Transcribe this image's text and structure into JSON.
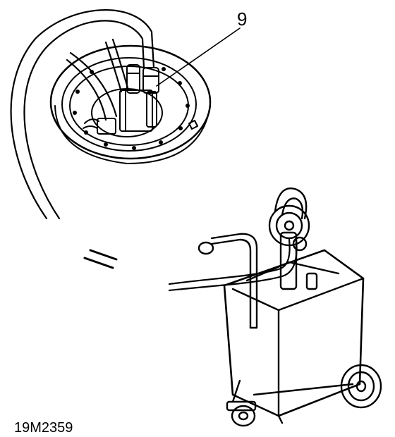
{
  "callouts": [
    {
      "number": "9",
      "target": "fuel-pump-outlet-connector"
    }
  ],
  "figure_code": "19M2359"
}
